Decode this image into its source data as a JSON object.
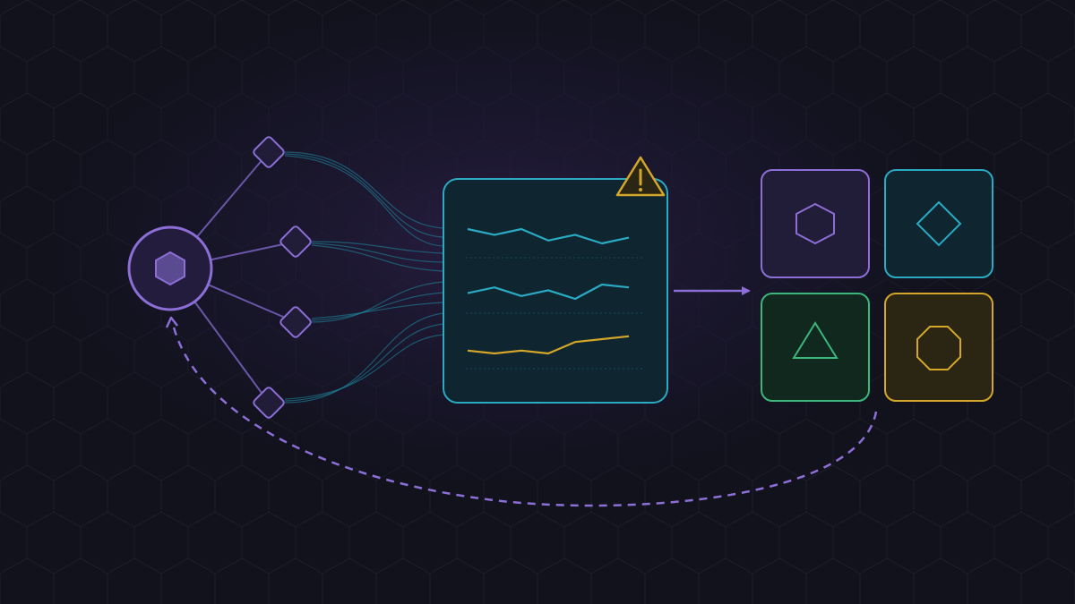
{
  "colors": {
    "background": "#11121b",
    "hex_grid": "#1c1e2b",
    "glow": "#2a1f45",
    "purple": "#8c6fd6",
    "teal": "#2aaac3",
    "green": "#3bb77c",
    "gold": "#d4a62a",
    "panel_fill": "#0f2630",
    "tile_purple_fill": "#211c38",
    "tile_teal_fill": "#0f2630",
    "tile_green_fill": "#11281f",
    "tile_gold_fill": "#2b2614"
  },
  "hub": {
    "icon": "hexagon-icon"
  },
  "satellites": [
    {
      "icon": "diamond-icon"
    },
    {
      "icon": "diamond-icon"
    },
    {
      "icon": "diamond-icon"
    },
    {
      "icon": "diamond-icon"
    }
  ],
  "panel": {
    "warning_icon": "warning-triangle-icon",
    "series": [
      {
        "color": "#2aaac3",
        "values": [
          5,
          3,
          5,
          1,
          3,
          0,
          2
        ]
      },
      {
        "color": "#2aaac3",
        "values": [
          2,
          4,
          1,
          3,
          0,
          5,
          4
        ]
      },
      {
        "color": "#d4a62a",
        "values": [
          1,
          0,
          1,
          0,
          4,
          5,
          6
        ]
      }
    ]
  },
  "tiles": [
    {
      "icon": "hexagon-icon",
      "accent": "#8c6fd6",
      "fill": "#211c38"
    },
    {
      "icon": "diamond-icon",
      "accent": "#2aaac3",
      "fill": "#0f2630"
    },
    {
      "icon": "triangle-icon",
      "accent": "#3bb77c",
      "fill": "#11281f"
    },
    {
      "icon": "octagon-icon",
      "accent": "#d4a62a",
      "fill": "#2b2614"
    }
  ],
  "connectors": {
    "output_arrow": "right-arrow-icon",
    "feedback_arrow": "dashed-return-arrow"
  }
}
